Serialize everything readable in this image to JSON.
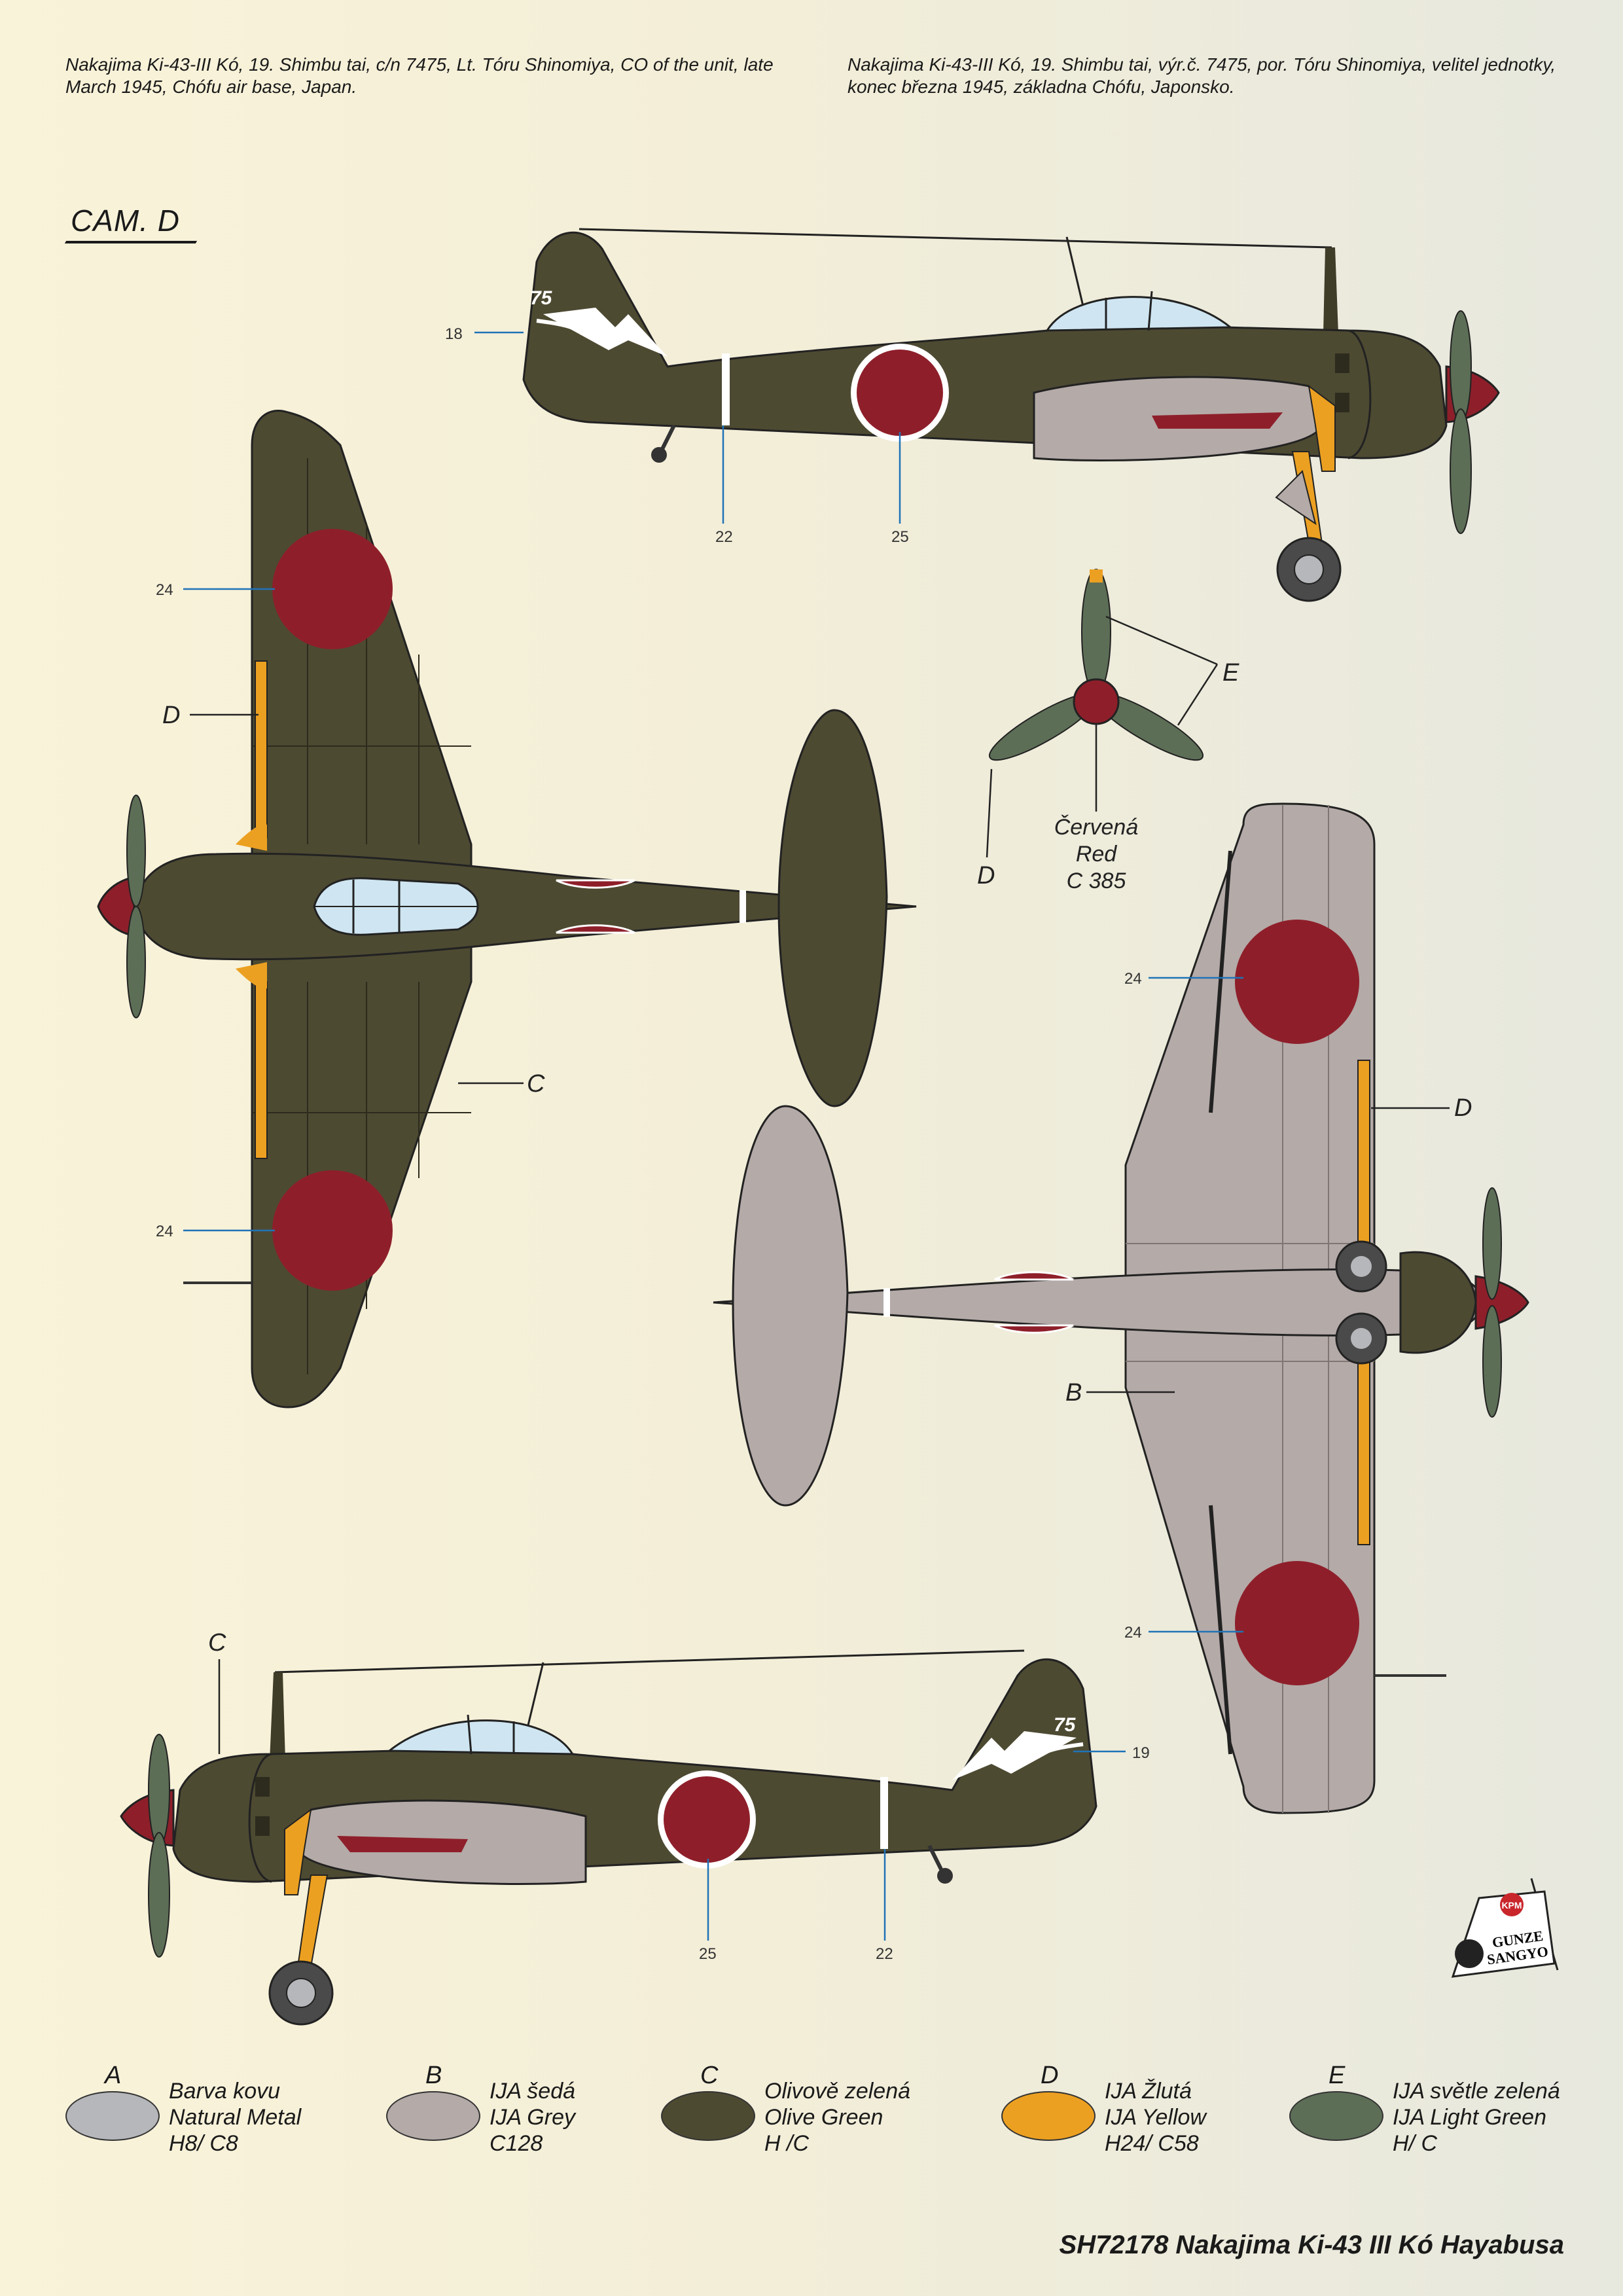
{
  "captions": {
    "left": "Nakajima Ki-43-III Kó, 19. Shimbu tai, c/n 7475, Lt. Tóru Shinomiya, CO of the unit, late March 1945,  Chófu air base, Japan.",
    "right": "Nakajima Ki-43-III Kó, 19. Shimbu tai, výr.č. 7475, por. Tóru Shinomiya, velitel jednotky, konec března 1945, základna Chófu, Japonsko."
  },
  "camo_label": "CAM. D",
  "callouts": {
    "n18": "18",
    "n22a": "22",
    "n25a": "25",
    "n24a": "24",
    "n24b": "24",
    "n24c": "24",
    "n24d": "24",
    "n25b": "25",
    "n22b": "22",
    "n19": "19",
    "D1": "D",
    "C1": "C",
    "E": "E",
    "D2": "D",
    "D3": "D",
    "B": "B",
    "C2": "C"
  },
  "tail_number": "75",
  "prop_color": {
    "cz": "Červená",
    "en": "Red",
    "code": "C 385"
  },
  "legend": [
    {
      "letter": "A",
      "cz": "Barva kovu",
      "en": "Natural Metal",
      "code": "H8/ C8",
      "color": "#b6b7ba"
    },
    {
      "letter": "B",
      "cz": "IJA šedá",
      "en": "IJA Grey",
      "code": "C128",
      "color": "#b4aaa8"
    },
    {
      "letter": "C",
      "cz": "Olivově zelená",
      "en": "Olive Green",
      "code": "H /C",
      "color": "#4d4a32"
    },
    {
      "letter": "D",
      "cz": "IJA Žlutá",
      "en": "IJA Yellow",
      "code": "H24/ C58",
      "color": "#eca021"
    },
    {
      "letter": "E",
      "cz": "IJA světle zelená",
      "en": "IJA Light Green",
      "code": "H/ C",
      "color": "#5d6e56"
    }
  ],
  "logo": {
    "line1": "GUNZE",
    "line2": "SANGYO",
    "badge": "KPM"
  },
  "footer": "SH72178 Nakajima Ki-43 III Kó Hayabusa",
  "colors": {
    "olive": "#4d4a32",
    "grey": "#b4aaa8",
    "red": "#8e1f2a",
    "yellow": "#eca021",
    "lightgreen": "#5d6e56"
  }
}
